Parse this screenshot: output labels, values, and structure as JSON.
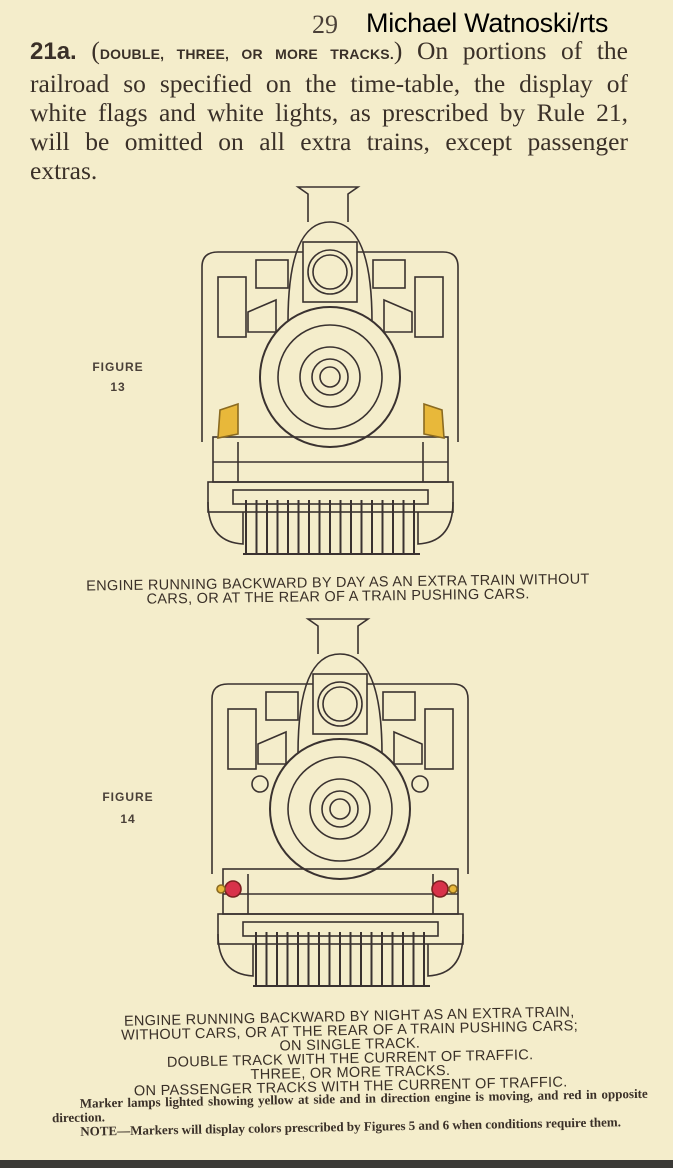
{
  "header": {
    "page_number": "29",
    "credit": "Michael Watnoski/rts"
  },
  "rule": {
    "number": "21a.",
    "heading_open": "(",
    "heading": "DOUBLE, THREE, OR MORE TRACKS.",
    "heading_close": ")",
    "text": " On portions of the railroad so specified on the time-table, the display of white flags and white lights, as prescribed by Rule 21, will be omitted on all extra trains, except passenger extras."
  },
  "figure13": {
    "label": "FIGURE",
    "number": "13",
    "caption_line1": "ENGINE RUNNING BACKWARD BY DAY AS AN EXTRA TRAIN WITHOUT",
    "caption_line2": "CARS, OR AT THE REAR OF A TRAIN PUSHING CARS.",
    "marker_color": "#e8b83a"
  },
  "figure14": {
    "label": "FIGURE",
    "number": "14",
    "caption_lines": [
      "ENGINE RUNNING BACKWARD BY NIGHT AS AN EXTRA TRAIN,",
      "WITHOUT CARS, OR AT THE REAR OF A TRAIN PUSHING CARS;",
      "ON SINGLE TRACK.",
      "DOUBLE TRACK WITH THE CURRENT OF TRAFFIC.",
      "THREE, OR MORE TRACKS.",
      "ON PASSENGER TRACKS WITH THE CURRENT OF TRAFFIC."
    ],
    "note1": "Marker lamps lighted showing yellow at side and in direction engine is moving, and red in opposite direction.",
    "note2": "NOTE—Markers will display colors prescribed by Figures 5 and 6 when conditions require them.",
    "lamp_red": "#d8324a",
    "lamp_yellow": "#e8b83a"
  }
}
